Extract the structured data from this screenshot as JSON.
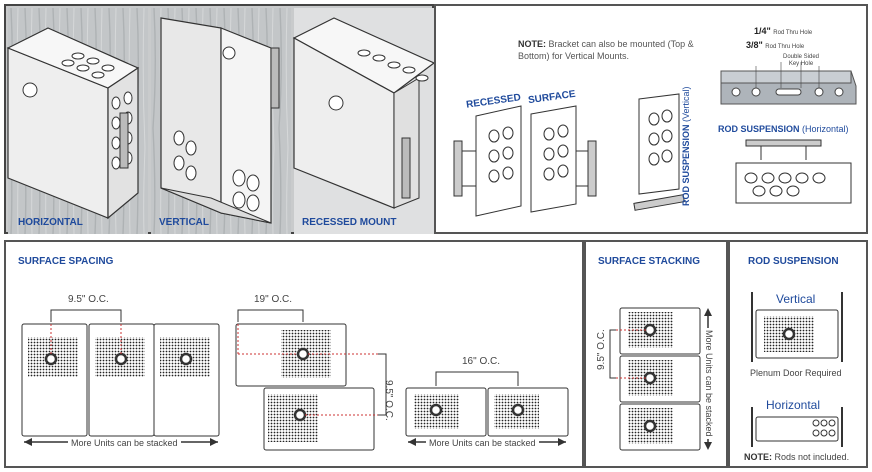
{
  "top_left": {
    "captions": [
      "HORIZONTAL",
      "VERTICAL",
      "RECESSED MOUNT"
    ]
  },
  "top_right": {
    "note_label": "NOTE:",
    "note_text": "Bracket can also be mounted (Top & Bottom) for Vertical Mounts.",
    "recessed_label": "RECESSED",
    "surface_label": "SURFACE",
    "rod_vertical_label": "ROD SUSPENSION",
    "rod_vertical_sub": "(Vertical)",
    "bracket": {
      "quarter": "1/4\"",
      "quarter_desc": "Rod Thru Hole",
      "three_eighths": "3/8\"",
      "three_eighths_desc": "Rod Thru Hole",
      "keyhole": "Double Sided Key Hole"
    },
    "rod_horizontal_label": "ROD SUSPENSION",
    "rod_horizontal_sub": "(Horizontal)"
  },
  "surface_spacing": {
    "title": "SURFACE SPACING",
    "dim_a": "9.5\" O.C.",
    "dim_b": "19\" O.C.",
    "dim_c": "9.5\" O.C.",
    "dim_d": "16\" O.C.",
    "stack_note_1": "More Units can be stacked",
    "stack_note_2": "More Units can be stacked"
  },
  "surface_stacking": {
    "title": "SURFACE STACKING",
    "dim": "9.5\" O.C.",
    "side_note": "More Units can be stacked"
  },
  "rod_suspension": {
    "title": "ROD SUSPENSION",
    "vertical": "Vertical",
    "plenum": "Plenum Door Required",
    "horizontal": "Horizontal",
    "note_label": "NOTE:",
    "note_text": "Rods not included."
  }
}
